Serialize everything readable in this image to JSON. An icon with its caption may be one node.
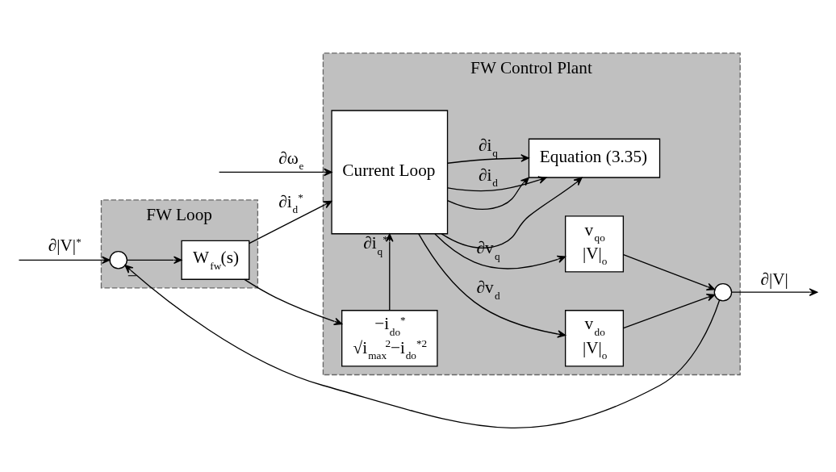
{
  "diagram": {
    "nodes": [
      {
        "text": [
          "FW Loop"
        ]
      },
      {
        "text": [
          "FW Control Plant"
        ]
      },
      {
        "text": [],
        "shape": "circle",
        "in": 0
      },
      {
        "text": [
          "W$_{fw}$(s)"
        ],
        "in": 0
      },
      {
        "text": [
          "Current Loop"
        ],
        "in": 1
      },
      {
        "text": [
          "−i$_{do}$$^{*}$",
          "√i$_{max}$$^{2}$−i$_{do}$$^{*2}$"
        ],
        "in": 1
      },
      {
        "text": [
          "v$_{do}$",
          "|V|$_{o}$"
        ],
        "in": 1
      },
      {
        "text": [
          "v$_{qo}$",
          "|V|$_{o}$"
        ],
        "in": 1
      },
      {
        "text": [],
        "shape": "circle",
        "in": 1
      },
      {
        "text": [
          "Equation (3.35)"
        ],
        "in": 1
      }
    ],
    "edges": [
      {
        "from": null,
        "to": 2,
        "arrow": "to",
        "label": "∂|V|$^{*}$"
      },
      {
        "from": 8,
        "to": 2,
        "arrow": "to",
        "label": "−"
      },
      {
        "from": 2,
        "to": 3,
        "arrow": "to"
      },
      {
        "from": 3,
        "to": 4,
        "arrow": "to",
        "label": "∂i$_{d}$$^{*}$"
      },
      {
        "from": 3,
        "to": 5,
        "arrow": "to"
      },
      {
        "from": null,
        "to": 4,
        "arrow": "to",
        "label": "∂ω$_{e}$"
      },
      {
        "from": 5,
        "to": 4,
        "arrow": "to",
        "label": "∂i$_{q}$$^{*}$"
      },
      {
        "from": 4,
        "to": 6,
        "arrow": "to",
        "label": "∂v$_{d}$"
      },
      {
        "from": 4,
        "to": 7,
        "arrow": "to",
        "label": "∂v$_{q}$"
      },
      {
        "from": 4,
        "to": 9,
        "arrow": "to"
      },
      {
        "from": 4,
        "to": 9,
        "arrow": "to"
      },
      {
        "from": 4,
        "to": 9,
        "arrow": "to",
        "label": "∂i$_{d}$"
      },
      {
        "from": 4,
        "to": 9,
        "arrow": "to",
        "label": "∂i$_{q}$"
      },
      {
        "from": 6,
        "to": 8,
        "arrow": "to"
      },
      {
        "from": 7,
        "to": 8,
        "arrow": "to"
      },
      {
        "from": 8,
        "to": null,
        "arrow": "to",
        "label": "∂|V|"
      }
    ]
  }
}
